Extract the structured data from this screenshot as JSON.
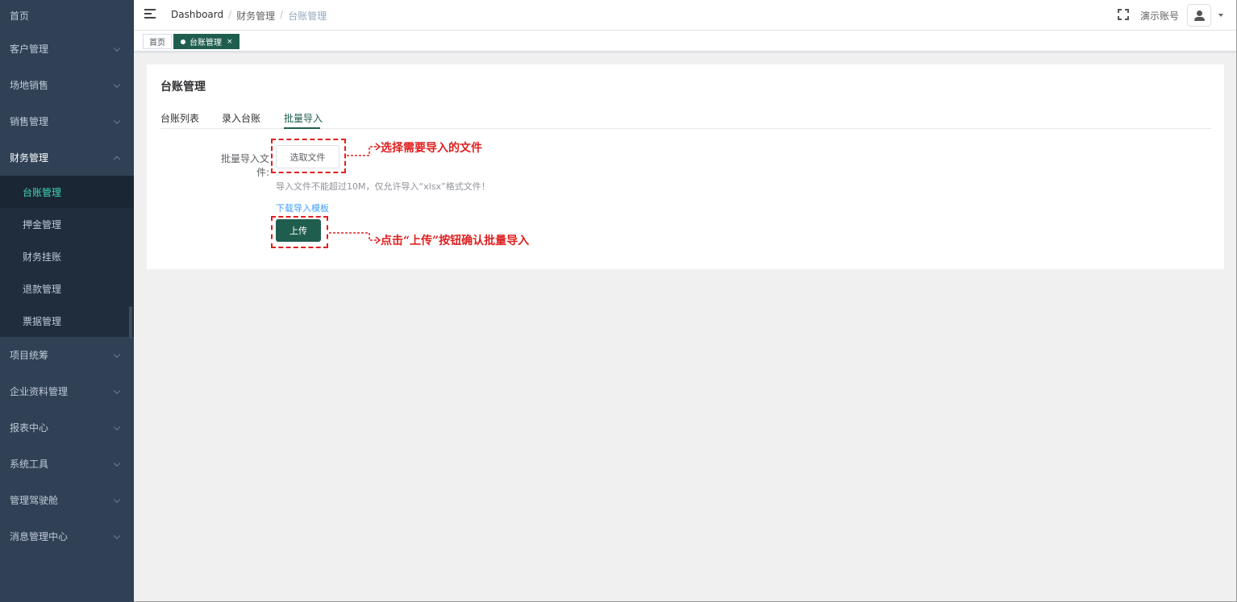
{
  "sidebar": {
    "items": [
      {
        "label": "首页"
      },
      {
        "label": "客户管理"
      },
      {
        "label": "场地销售"
      },
      {
        "label": "销售管理"
      },
      {
        "label": "财务管理"
      },
      {
        "label": "项目统筹"
      },
      {
        "label": "企业资料管理"
      },
      {
        "label": "报表中心"
      },
      {
        "label": "系统工具"
      },
      {
        "label": "管理驾驶舱"
      },
      {
        "label": "消息管理中心"
      }
    ],
    "finance_sub": [
      {
        "label": "台账管理"
      },
      {
        "label": "押金管理"
      },
      {
        "label": "财务挂账"
      },
      {
        "label": "退款管理"
      },
      {
        "label": "票据管理"
      }
    ]
  },
  "navbar": {
    "breadcrumb": [
      "Dashboard",
      "/",
      "财务管理",
      "/",
      "台账管理"
    ],
    "account_name": "演示账号"
  },
  "tags": {
    "home": "首页",
    "active": "台账管理",
    "close": "×"
  },
  "card": {
    "title": "台账管理",
    "tabs": [
      "台账列表",
      "录入台账",
      "批量导入"
    ],
    "form_label": "批量导入文件:",
    "choose_button": "选取文件",
    "hint": "导入文件不能超过10M，仅允许导入“xlsx”格式文件！",
    "download_link": "下载导入模板",
    "upload_button": "上传"
  },
  "annotations": {
    "select_text": "选择需要导入的文件",
    "upload_text": "点击“上传”按钮确认批量导入",
    "color": "#e02020"
  },
  "colors": {
    "sidebar_bg": "#304156",
    "primary": "#1f5e4f",
    "active_sub_text": "#3fd6b3",
    "link": "#409eff"
  }
}
